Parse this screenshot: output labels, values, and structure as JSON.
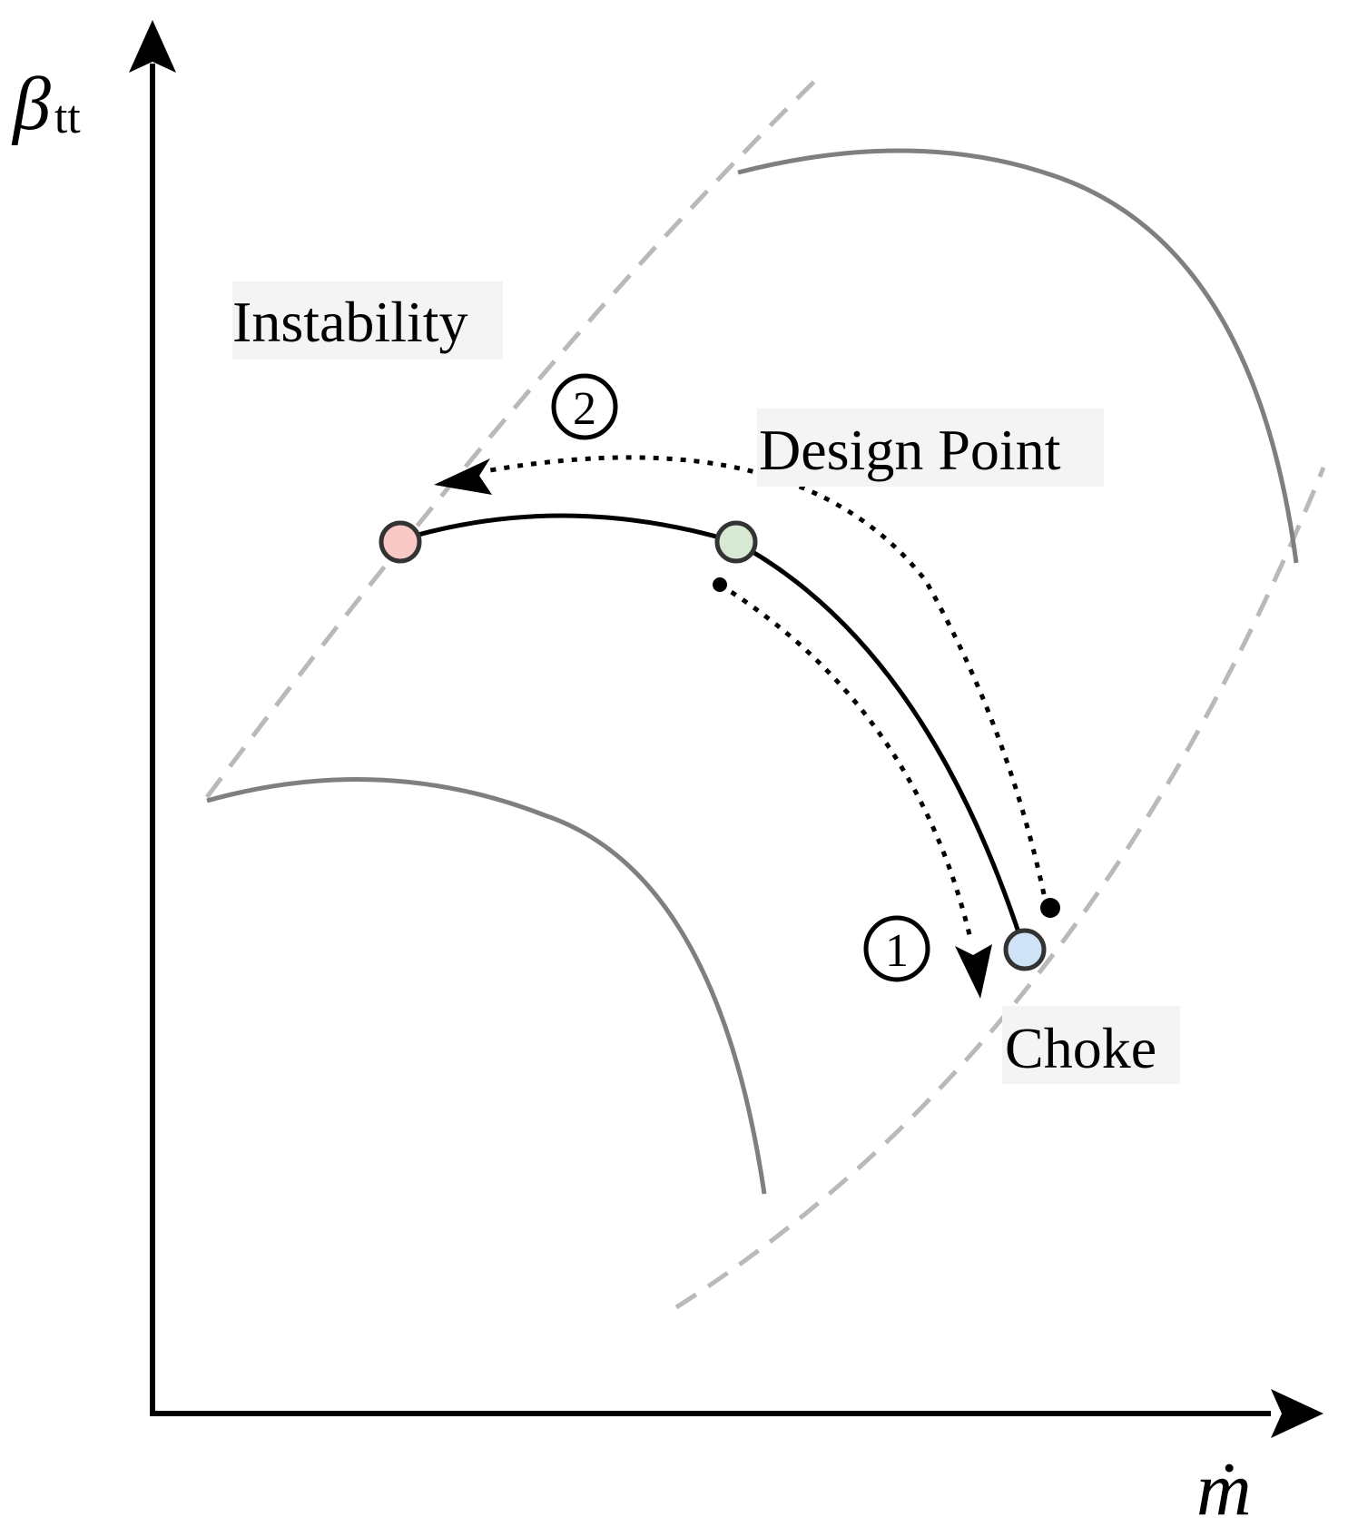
{
  "axes": {
    "y_label": "β",
    "y_label_sub": "tt",
    "x_label": "ṁ"
  },
  "labels": {
    "instability": "Instability",
    "design_point": "Design Point",
    "choke": "Choke",
    "step1": "1",
    "step2": "2"
  },
  "colors": {
    "axis": "#000000",
    "speed_line": "#7f7f7f",
    "boundary_dashed": "#bdb8b8",
    "operating_line": "#000000",
    "instability_point": "#f8c9c6",
    "design_point": "#d7e8d3",
    "choke_point": "#cfe3f7",
    "marker_stroke": "#333333"
  }
}
